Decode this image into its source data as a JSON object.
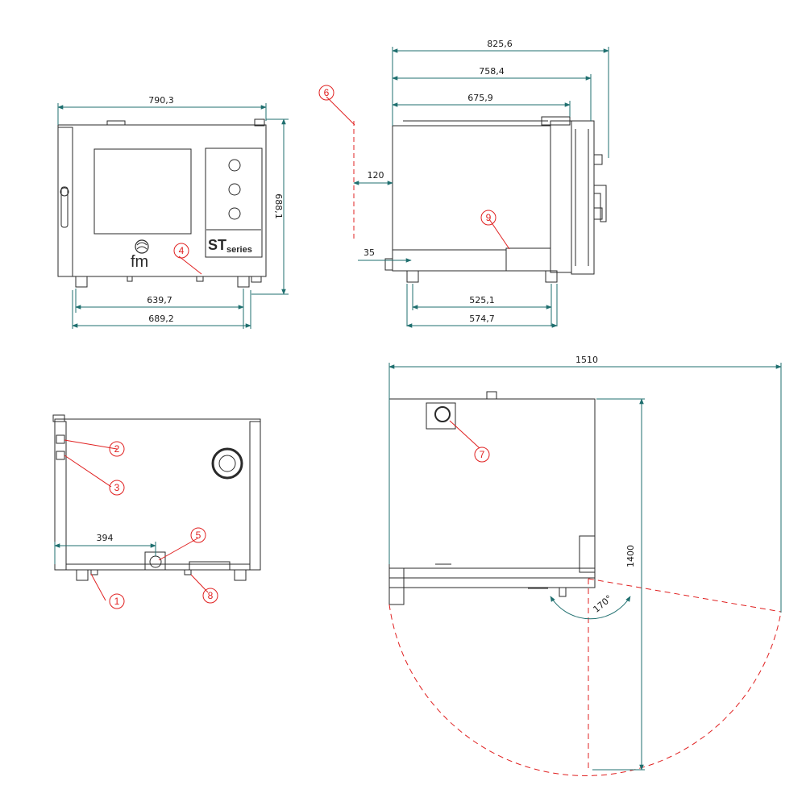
{
  "colors": {
    "outline": "#2a2a2a",
    "dimension": "#1f6f6f",
    "callout": "#e02020"
  },
  "front_view": {
    "dims": {
      "overall_width": "790,3",
      "height": "688,1",
      "feet_inner": "639,7",
      "feet_outer": "689,2"
    },
    "logo": "fm",
    "badge": {
      "st": "ST",
      "series": "series"
    }
  },
  "side_view": {
    "dims": {
      "total_depth": "825,6",
      "depth_handle": "758,4",
      "body_depth": "675,9",
      "rear_clearance": "120",
      "floor_gap": "35",
      "feet_inner": "525,1",
      "feet_outer": "574,7"
    }
  },
  "rear_view": {
    "dims": {
      "drain_offset": "394"
    }
  },
  "top_view": {
    "dims": {
      "total_width": "1510",
      "total_depth": "1400",
      "door_angle": "170°"
    }
  },
  "callouts": [
    "1",
    "2",
    "3",
    "4",
    "5",
    "6",
    "7",
    "8",
    "9"
  ]
}
